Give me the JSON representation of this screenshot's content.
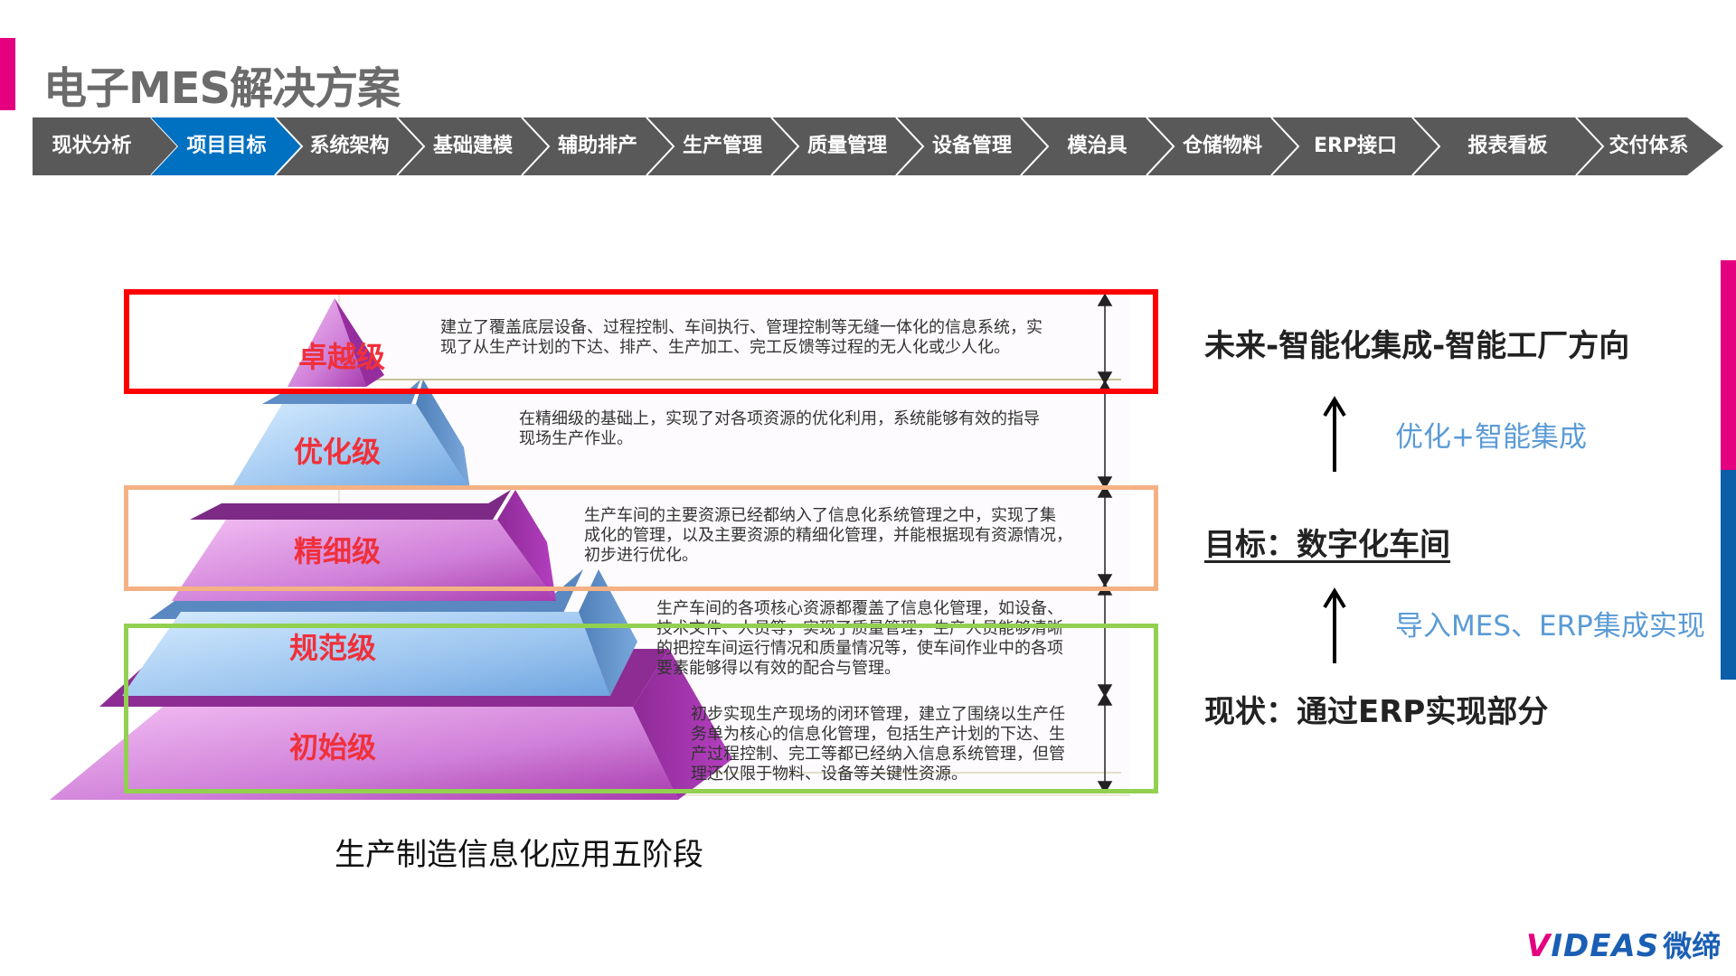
{
  "title": "电子MES解决方案",
  "colors": {
    "accent_pink": "#e4007f",
    "accent_blue": "#0b5ea8",
    "nav_bg": "#595959",
    "nav_active": "#0070c0",
    "tier_label": "#f0303a",
    "sub_text": "#5b9bd5",
    "box_red": "#ff0000",
    "box_orange": "#f4b183",
    "box_green": "#92d050"
  },
  "nav": {
    "active_index": 1,
    "items": [
      {
        "label": "现状分析"
      },
      {
        "label": "项目目标"
      },
      {
        "label": "系统架构"
      },
      {
        "label": "基础建模"
      },
      {
        "label": "辅助排产"
      },
      {
        "label": "生产管理"
      },
      {
        "label": "质量管理"
      },
      {
        "label": "设备管理"
      },
      {
        "label": "模治具"
      },
      {
        "label": "仓储物料"
      },
      {
        "label": "ERP接口"
      },
      {
        "label": "报表看板"
      },
      {
        "label": "交付体系"
      }
    ]
  },
  "pyramid": {
    "caption": "生产制造信息化应用五阶段",
    "tiers": [
      {
        "label": "卓越级",
        "lines": [
          "建立了覆盖底层设备、过程控制、车间执行、管理控制等无缝一体化的信息系统，实",
          "现了从生产计划的下达、排产、生产加工、完工反馈等过程的无人化或少人化。"
        ]
      },
      {
        "label": "优化级",
        "lines": [
          "在精细级的基础上，实现了对各项资源的优化利用，系统能够有效的指导",
          "现场生产作业。"
        ]
      },
      {
        "label": "精细级",
        "lines": [
          "生产车间的主要资源已经都纳入了信息化系统管理之中，实现了集",
          "成化的管理，以及主要资源的精细化管理，并能根据现有资源情况，",
          "初步进行优化。"
        ]
      },
      {
        "label": "规范级",
        "lines": [
          "生产车间的各项核心资源都覆盖了信息化管理，如设备、",
          "技术文件、人员等，实现了质量管理，生产人员能够清晰",
          "的把控车间运行情况和质量情况等，使车间作业中的各项",
          "要素能够得以有效的配合与管理。"
        ]
      },
      {
        "label": "初始级",
        "lines": [
          "初步实现生产现场的闭环管理，建立了围绕以生产任",
          "务单为核心的信息化管理，包括生产计划的下达、生",
          "产过程控制、完工等都已经纳入信息系统管理，但管",
          "理还仅限于物料、设备等关键性资源。"
        ]
      }
    ]
  },
  "roadmap": {
    "future": "未来-智能化集成-智能工厂方向",
    "step_upper": "优化+智能集成",
    "goal": "目标：数字化车间",
    "step_lower": "导入MES、ERP集成实现",
    "current": "现状：通过ERP实现部分"
  },
  "logo": {
    "en": "VIDEAS",
    "en_first": "V",
    "en_rest": "IDEAS",
    "cn": "微缔"
  }
}
